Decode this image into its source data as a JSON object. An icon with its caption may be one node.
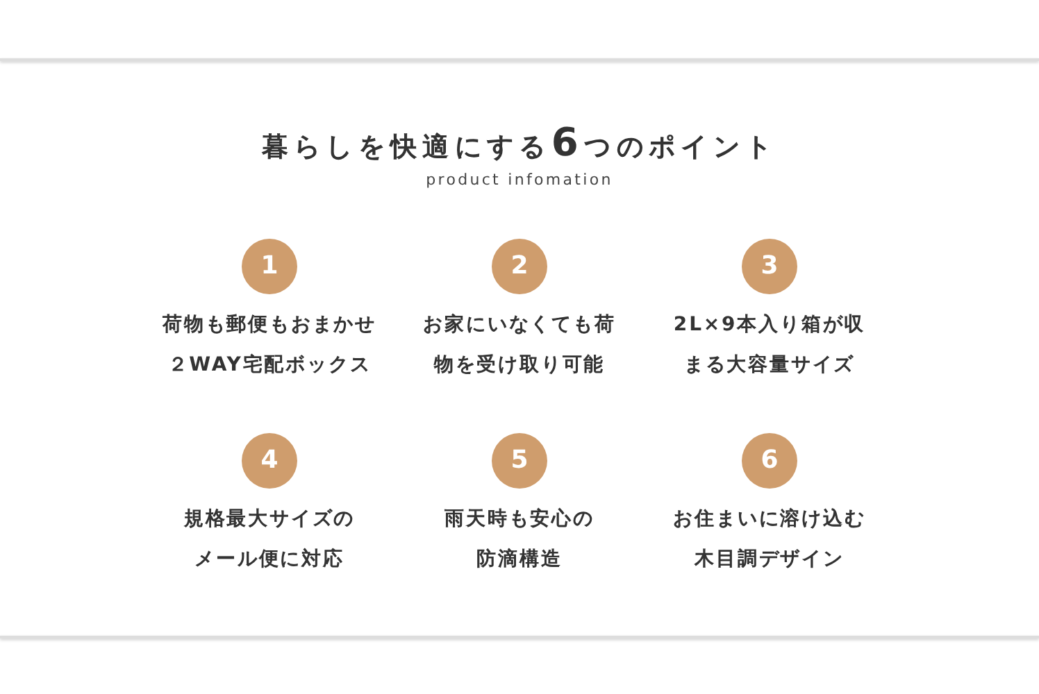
{
  "diagram": {
    "title": "暮らしを快適にする**6**つのポイント",
    "caption": "product infomation",
    "nodes": [
      {
        "text": [
          "1"
        ],
        "beside": [
          "荷物も郵便もおまかせ２WAY宅配ボックス"
        ]
      },
      {
        "text": [
          "2"
        ],
        "beside": [
          "お家にいなくても荷物を受け取り可能"
        ]
      },
      {
        "text": [
          "3"
        ],
        "beside": [
          "2L×9本入り箱が収まる大容量サイズ"
        ]
      },
      {
        "text": [
          "4"
        ],
        "beside": [
          "規格最大サイズのメール便に対応"
        ]
      },
      {
        "text": [
          "5"
        ],
        "beside": [
          "雨天時も安心の防滴構造"
        ]
      },
      {
        "text": [
          "6"
        ],
        "beside": [
          "お住まいに溶け込む木目調デザイン"
        ]
      }
    ]
  }
}
